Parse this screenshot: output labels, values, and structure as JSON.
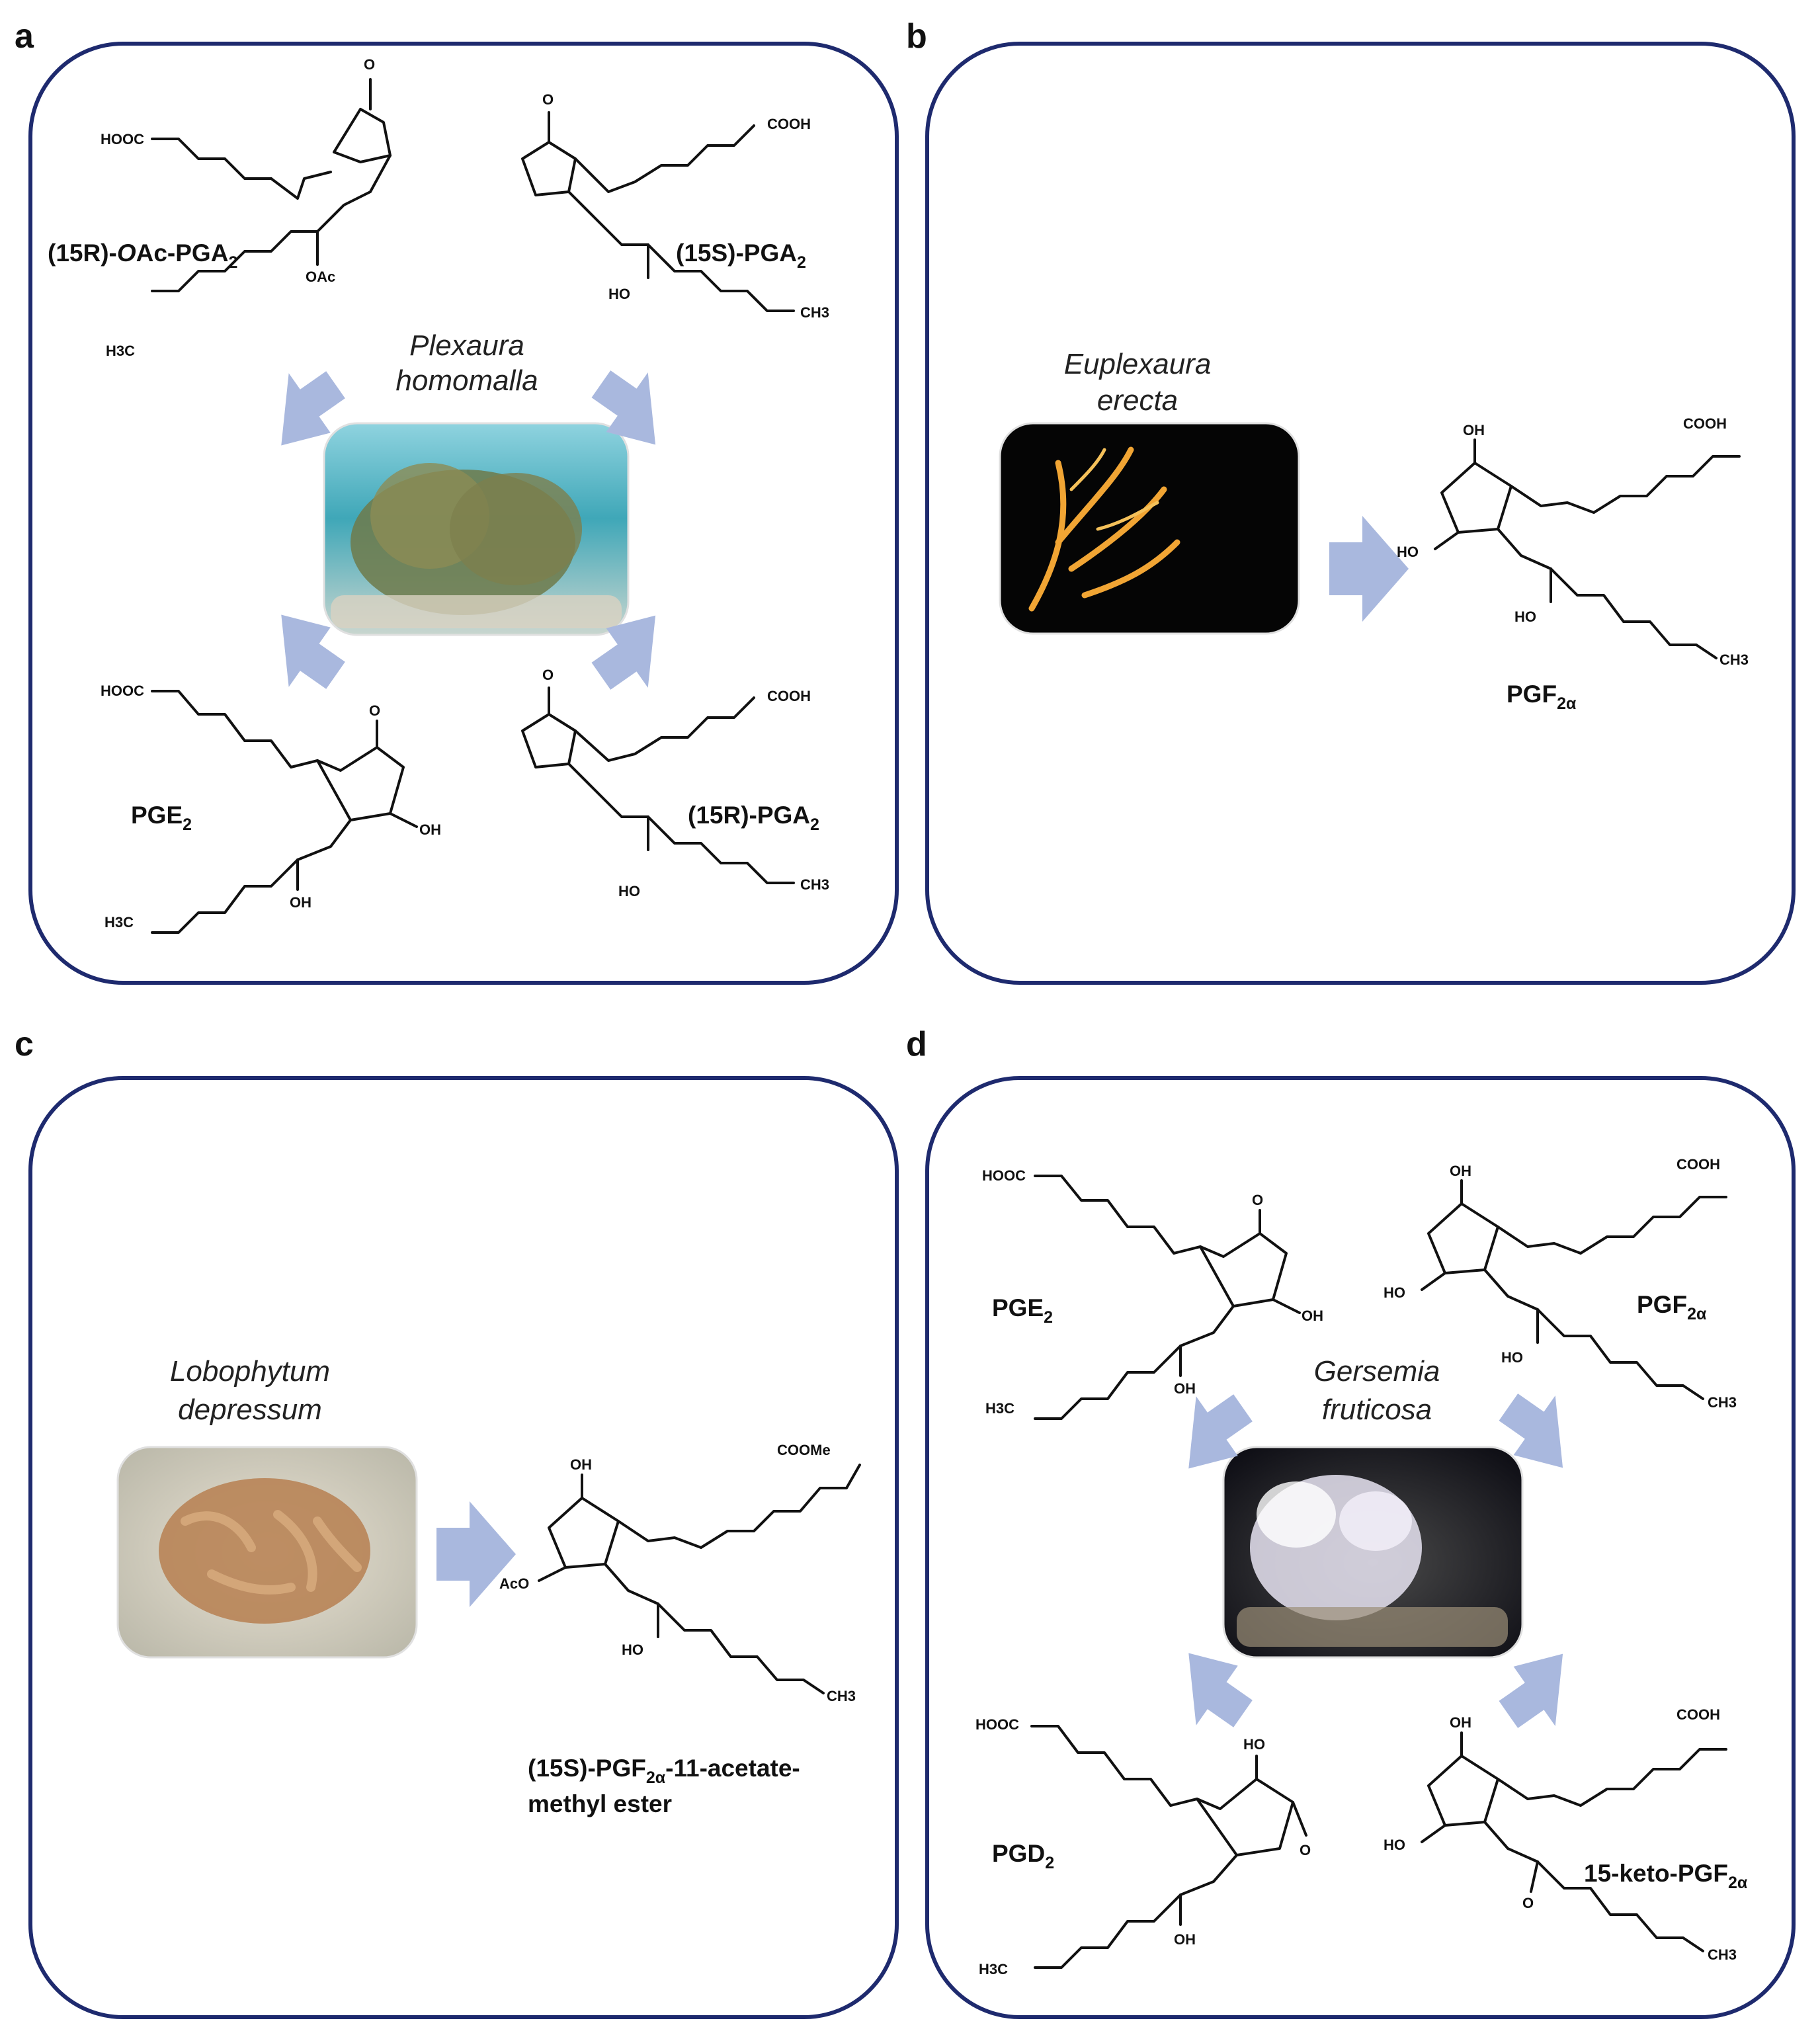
{
  "figure": {
    "panels": [
      {
        "letter": "a",
        "species_line1": "Plexaura",
        "species_line2": "homomalla",
        "compounds": [
          {
            "name": "(15R)-",
            "name_it": "O",
            "name_rest": "Ac-PGA",
            "sub": "2",
            "atoms": {
              "acid": "HOOC",
              "oxo": "O",
              "sub": "OAc",
              "tail": "H3C"
            }
          },
          {
            "name": "(15S)-PGA",
            "sub": "2",
            "atoms": {
              "acid": "COOH",
              "oxo": "O",
              "sub": "HO",
              "tail": "CH3"
            }
          },
          {
            "name": "PGE",
            "sub": "2",
            "atoms": {
              "acid": "HOOC",
              "oxo": "O",
              "ring": "OH",
              "sub": "OH",
              "tail": "H3C"
            }
          },
          {
            "name": "(15R)-PGA",
            "sub": "2",
            "atoms": {
              "acid": "COOH",
              "oxo": "O",
              "sub": "HO",
              "tail": "CH3"
            }
          }
        ]
      },
      {
        "letter": "b",
        "species_line1": "Euplexaura",
        "species_line2": "erecta",
        "compounds": [
          {
            "name": "PGF",
            "sub": "2α",
            "atoms": {
              "acid": "COOH",
              "top": "OH",
              "ring": "HO",
              "sub": "HO",
              "tail": "CH3"
            }
          }
        ]
      },
      {
        "letter": "c",
        "species_line1": "Lobophytum",
        "species_line2": "depressum",
        "compounds": [
          {
            "name": "(15S)-PGF",
            "sub": "2α",
            "name_rest": "-11-acetate-",
            "name_line2": "methyl ester",
            "atoms": {
              "acid": "COOMe",
              "top": "OH",
              "ring": "AcO",
              "sub": "HO",
              "tail": "CH3"
            }
          }
        ]
      },
      {
        "letter": "d",
        "species_line1": "Gersemia",
        "species_line2": "fruticosa",
        "compounds": [
          {
            "name": "PGE",
            "sub": "2",
            "atoms": {
              "acid": "HOOC",
              "oxo": "O",
              "ring": "OH",
              "sub": "OH",
              "tail": "H3C"
            }
          },
          {
            "name": "PGF",
            "sub": "2α",
            "atoms": {
              "acid": "COOH",
              "top": "OH",
              "ring": "HO",
              "sub": "HO",
              "tail": "CH3"
            }
          },
          {
            "name": "PGD",
            "sub": "2",
            "atoms": {
              "acid": "HOOC",
              "top": "HO",
              "oxo": "O",
              "sub": "OH",
              "tail": "H3C"
            }
          },
          {
            "name": "15-keto-PGF",
            "sub": "2α",
            "atoms": {
              "acid": "COOH",
              "top": "OH",
              "ring": "HO",
              "oxo": "O",
              "tail": "CH3"
            }
          }
        ]
      }
    ],
    "colors": {
      "frame": "#1e2a6e",
      "arrow": "#a9b8de"
    }
  }
}
